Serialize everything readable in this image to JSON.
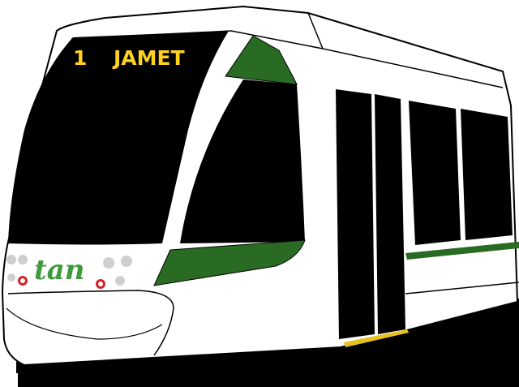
{
  "destination_sign": {
    "line_number": "1",
    "destination": "JAMET"
  },
  "operator_logo": {
    "text": "tan"
  },
  "colors": {
    "sign_text": "#ffd21f",
    "livery_green": "#2a6b24",
    "logo_green": "#3f9a3b",
    "body": "#ffffff",
    "glass": "#000000",
    "step_yellow": "#e8c21a",
    "tail_light": "#d2232a",
    "headlight": "#cfcfcf"
  }
}
